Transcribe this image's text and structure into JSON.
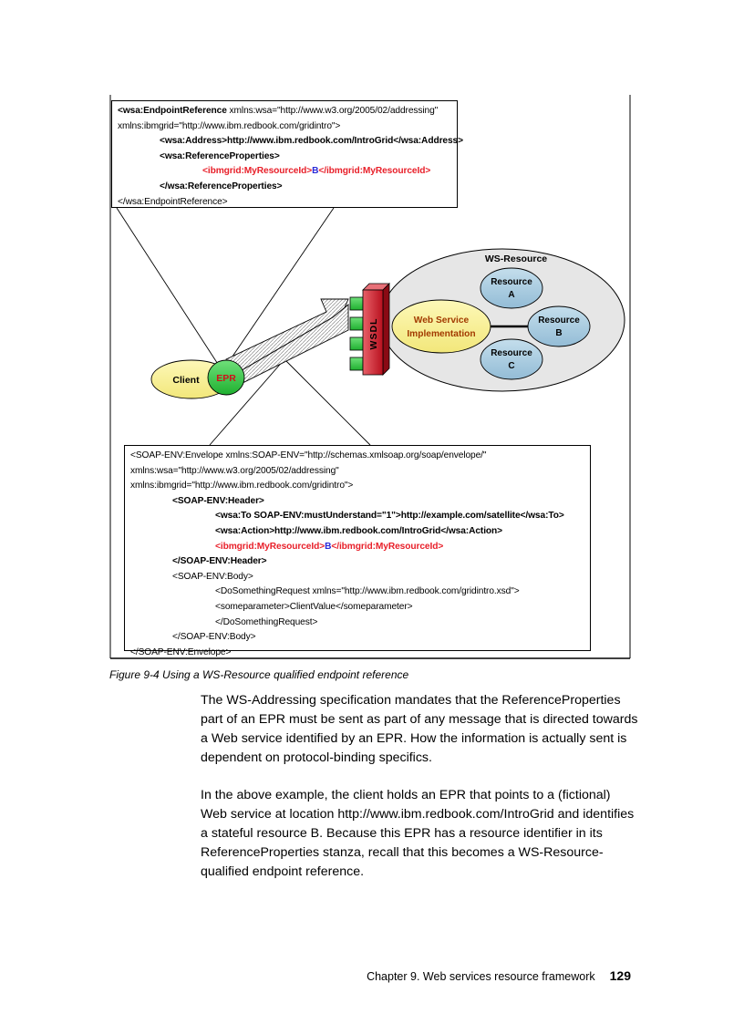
{
  "figure": {
    "epr_box": {
      "line1_tag": "<wsa:EndpointReference",
      "line1_attr": " xmlns:wsa=\"http://www.w3.org/2005/02/addressing\"",
      "line2": "xmlns:ibmgrid=\"http://www.ibm.redbook.com/gridintro\">",
      "line3": "<wsa:Address>http://www.ibm.redbook.com/IntroGrid</wsa:Address>",
      "line4": "<wsa:ReferenceProperties>",
      "line5_open": "<ibmgrid:MyResourceId>",
      "line5_value": "B",
      "line5_close": "</ibmgrid:MyResourceId>",
      "line6": "</wsa:ReferenceProperties>",
      "line7": "</wsa:EndpointReference>"
    },
    "diagram": {
      "ws_resource_label": "WS-Resource",
      "resource_a": [
        "Resource",
        "A"
      ],
      "resource_b": [
        "Resource",
        "B"
      ],
      "resource_c": [
        "Resource",
        "C"
      ],
      "web_service": [
        "Web Service",
        "Implementation"
      ],
      "wsdl_label": "WSDL",
      "client_label": "Client",
      "epr_label": "EPR"
    },
    "soap_box": {
      "line1": "<SOAP-ENV:Envelope xmlns:SOAP-ENV=\"http://schemas.xmlsoap.org/soap/envelope/\"",
      "line2": "xmlns:wsa=\"http://www.w3.org/2005/02/addressing\"",
      "line3": "xmlns:ibmgrid=\"http://www.ibm.redbook.com/gridintro\">",
      "line4": "<SOAP-ENV:Header>",
      "line5": "<wsa:To SOAP-ENV:mustUnderstand=\"1\">http://example.com/satellite</wsa:To>",
      "line6": "<wsa:Action>http://www.ibm.redbook.com/IntroGrid</wsa:Action>",
      "line7_open": "<ibmgrid:MyResourceId>",
      "line7_value": "B",
      "line7_close": "</ibmgrid:MyResourceId>",
      "line8": "</SOAP-ENV:Header>",
      "line9": "<SOAP-ENV:Body>",
      "line10": "<DoSomethingRequest xmlns=\"http://www.ibm.redbook.com/gridintro.xsd\">",
      "line11": "<someparameter>ClientValue</someparameter>",
      "line12": "</DoSomethingRequest>",
      "line13": "</SOAP-ENV:Body>",
      "line14": "</SOAP-ENV:Envelope>"
    },
    "caption": "Figure 9-4   Using a WS-Resource qualified endpoint reference"
  },
  "body": {
    "paragraph1": "The WS-Addressing specification mandates that the ReferenceProperties part of an EPR must be sent as part of any message that is directed towards a Web service identified by an EPR. How the information is actually sent is dependent on protocol-binding specifics.",
    "paragraph2": "In the above example, the client holds an EPR that points to a (fictional) Web service at location http://www.ibm.redbook.com/IntroGrid and identifies a stateful resource B. Because this EPR has a resource identifier in its ReferenceProperties stanza, recall that this becomes a WS-Resource-qualified endpoint reference."
  },
  "footer": {
    "chapter": "Chapter 9. Web services resource framework",
    "page_number": "129"
  },
  "colors": {
    "red_text": "#e8202a",
    "blue_text": "#2a2ad8",
    "resource_fill": "#a9cbe0",
    "ws_fill": "#fcf6a6",
    "epr_fill": "#3cc84a",
    "wsdl_fill": "#d62c3a"
  }
}
